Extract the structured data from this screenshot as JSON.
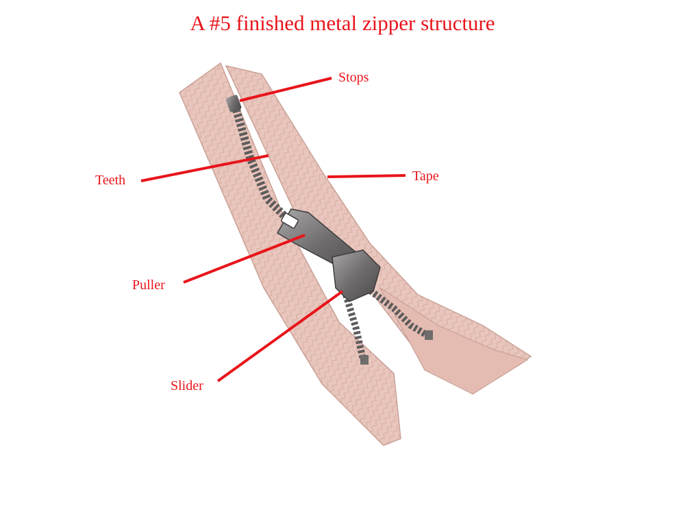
{
  "title": "A #5 finished metal zipper structure",
  "colors": {
    "label": "#e8141b",
    "leader": "#e8141b",
    "tape": "#e9c6bd",
    "tape_shadow": "#c9a196",
    "metal": "#6e6c6c",
    "metal_light": "#a9a7a7"
  },
  "labels": {
    "stops": "Stops",
    "teeth": "Teeth",
    "tape": "Tape",
    "puller": "Puller",
    "slider": "Slider"
  }
}
